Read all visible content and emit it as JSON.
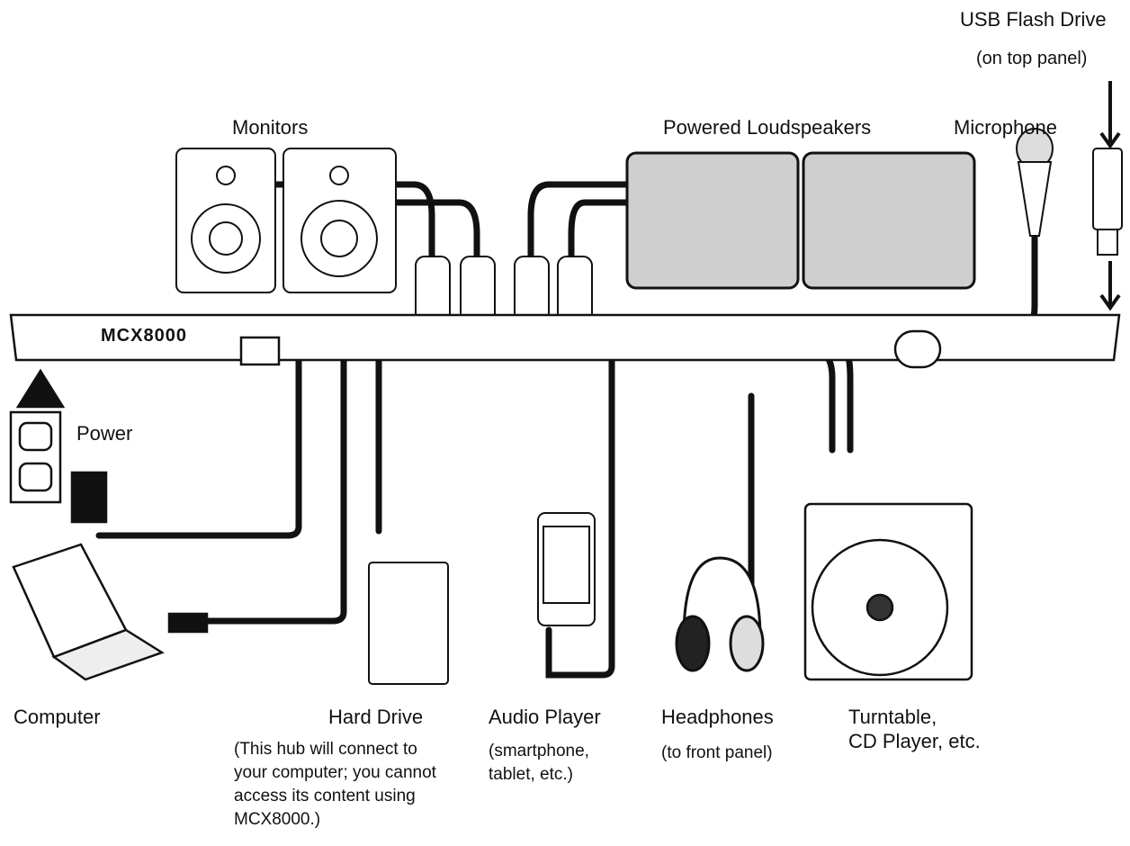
{
  "labels": {
    "usb_flash_drive": "USB Flash Drive",
    "usb_flash_note": "(on top panel)",
    "monitors": "Monitors",
    "powered_loudspeakers": "Powered Loudspeakers",
    "microphone": "Microphone",
    "device_logo": "MCX8000",
    "power": "Power",
    "computer": "Computer",
    "hard_drive": "Hard Drive",
    "hard_drive_note": [
      "(This hub will connect to",
      "your computer; you cannot",
      "access its content using",
      "MCX8000.)"
    ],
    "audio_player": "Audio Player",
    "audio_player_note": [
      "(smartphone,",
      "tablet, etc.)"
    ],
    "headphones": "Headphones",
    "headphones_note": "(to front panel)",
    "turntable": [
      "Turntable,",
      "CD Player, etc."
    ]
  },
  "colors": {
    "line": "#111111",
    "background": "#ffffff",
    "speaker_grille": "#cfcfcf"
  }
}
